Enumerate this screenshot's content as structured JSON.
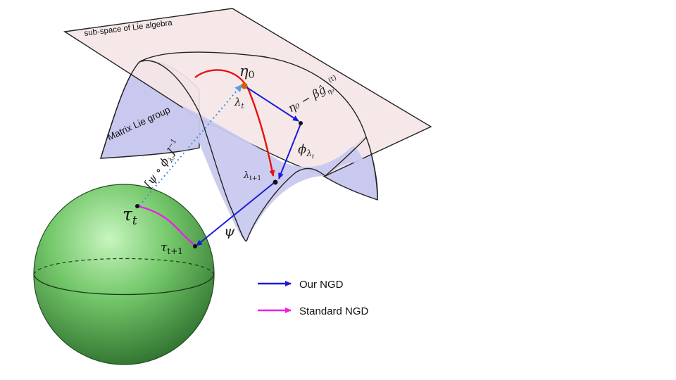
{
  "diagram": {
    "plane_label": "sub-space of Lie algebra",
    "group_label": "Matrix Lie group",
    "eta0": "η",
    "eta0_sub": "0",
    "lambda_t": "λ",
    "lambda_t_sub": "t",
    "lambda_t1": "λ",
    "lambda_t1_sub": "t+1",
    "update_expr": "η₀ − βĝ",
    "update_sub": "η₀",
    "update_sup": "(t)",
    "phi_label": "ϕ",
    "phi_sub": "λ",
    "phi_subsub": "t",
    "psi_label": "ψ",
    "inverse_map": "[ψ ∘ ϕ",
    "inverse_map_sub": "λₜ",
    "inverse_map_tail": "]",
    "inverse_map_sup": "−1",
    "tau_t": "τ",
    "tau_t_sub": "t",
    "tau_t1": "τ",
    "tau_t1_sub": "t+1"
  },
  "legend": {
    "items": [
      {
        "label": "Our NGD",
        "color": "#1a1adb"
      },
      {
        "label": "Standard NGD",
        "color": "#ee1ee6"
      }
    ]
  },
  "colors": {
    "plane_fill": "#f5e6e6",
    "surface_fill": "#c9c9ef",
    "sphere_light": "#b8f0b0",
    "sphere_dark": "#2f7a2f",
    "red_path": "#e81010",
    "dotted": "#3b8fe0"
  }
}
